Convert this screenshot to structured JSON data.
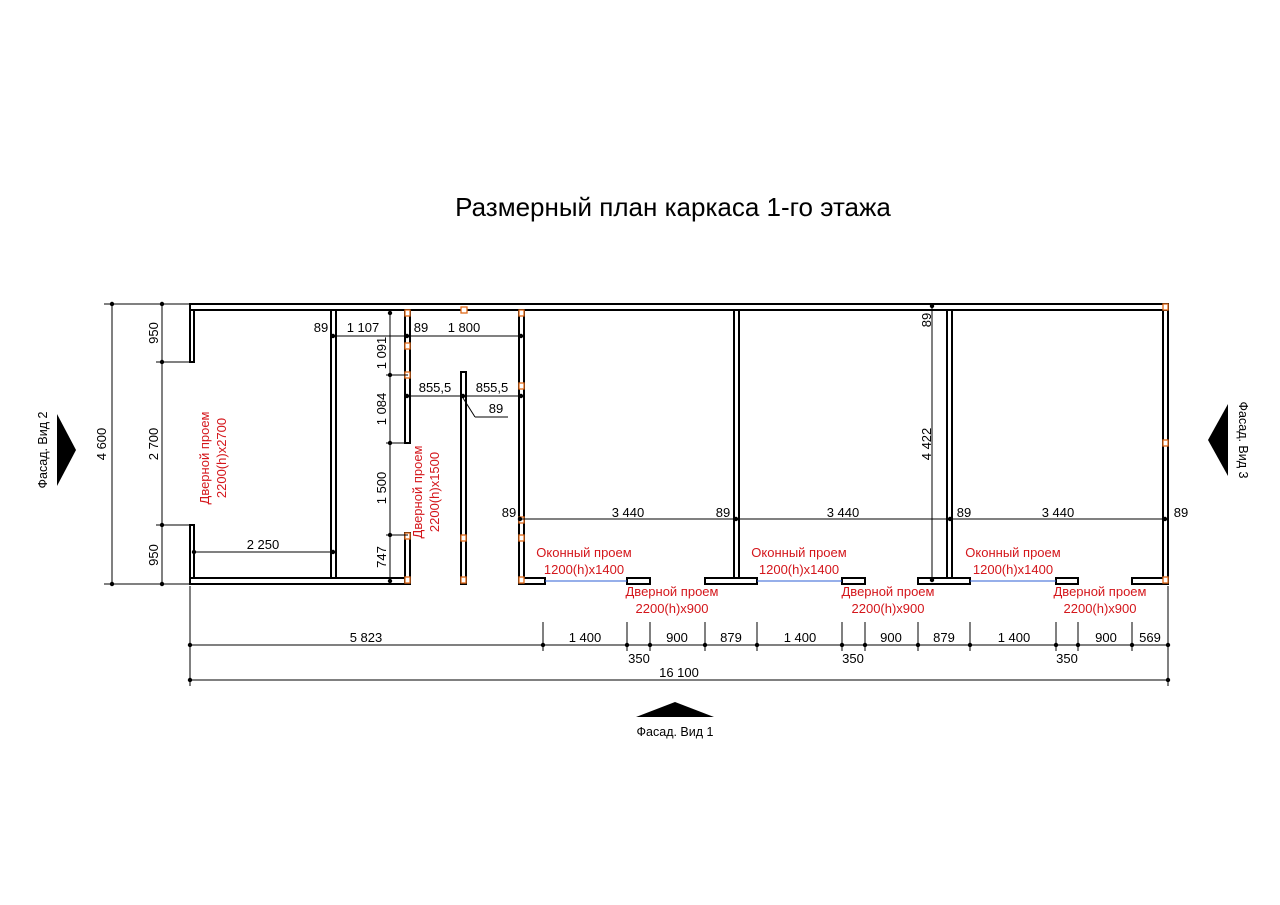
{
  "title": "Размерный план каркаса 1-го этажа",
  "colors": {
    "lines": "#000000",
    "openings_text": "#d4161b",
    "posts": "#e06a1a",
    "window_line": "#2d5fd6"
  },
  "facades": {
    "view1": "Фасад. Вид 1",
    "view2": "Фасад. Вид 2",
    "view3": "Фасад. Вид 3"
  },
  "openings": {
    "door_main": {
      "line1": "Дверной проем",
      "line2": "2200(h)x2700"
    },
    "door_inner": {
      "line1": "Дверной проем",
      "line2": "2200(h)x1500"
    },
    "windows": [
      {
        "line1": "Оконный проем",
        "line2": "1200(h)x1400"
      },
      {
        "line1": "Оконный проем",
        "line2": "1200(h)x1400"
      },
      {
        "line1": "Оконный проем",
        "line2": "1200(h)x1400"
      }
    ],
    "doors": [
      {
        "line1": "Дверной проем",
        "line2": "2200(h)x900"
      },
      {
        "line1": "Дверной проем",
        "line2": "2200(h)x900"
      },
      {
        "line1": "Дверной проем",
        "line2": "2200(h)x900"
      }
    ]
  },
  "dims": {
    "total_height": "4 600",
    "left_top": "950",
    "left_mid": "2 700",
    "left_bottom": "950",
    "inner_2250": "2 250",
    "top_89_a": "89",
    "top_1107": "1 107",
    "top_89_b": "89",
    "top_1800": "1 800",
    "v_1091": "1 091",
    "v_1084": "1 084",
    "v_1500": "1 500",
    "v_747": "747",
    "h_855_a": "855,5",
    "h_855_b": "855,5",
    "h_89_c": "89",
    "v_89_right": "89",
    "v_4422": "4 422",
    "rooms": [
      {
        "left": "89",
        "width": "3 440"
      },
      {
        "left": "89",
        "width": "3 440"
      },
      {
        "left": "89",
        "width": "3 440",
        "right": "89"
      }
    ],
    "bottom": [
      "5 823",
      "1 400",
      "350",
      "900",
      "879",
      "1 400",
      "350",
      "900",
      "879",
      "1 400",
      "350",
      "900",
      "569"
    ],
    "overall": "16 100"
  }
}
